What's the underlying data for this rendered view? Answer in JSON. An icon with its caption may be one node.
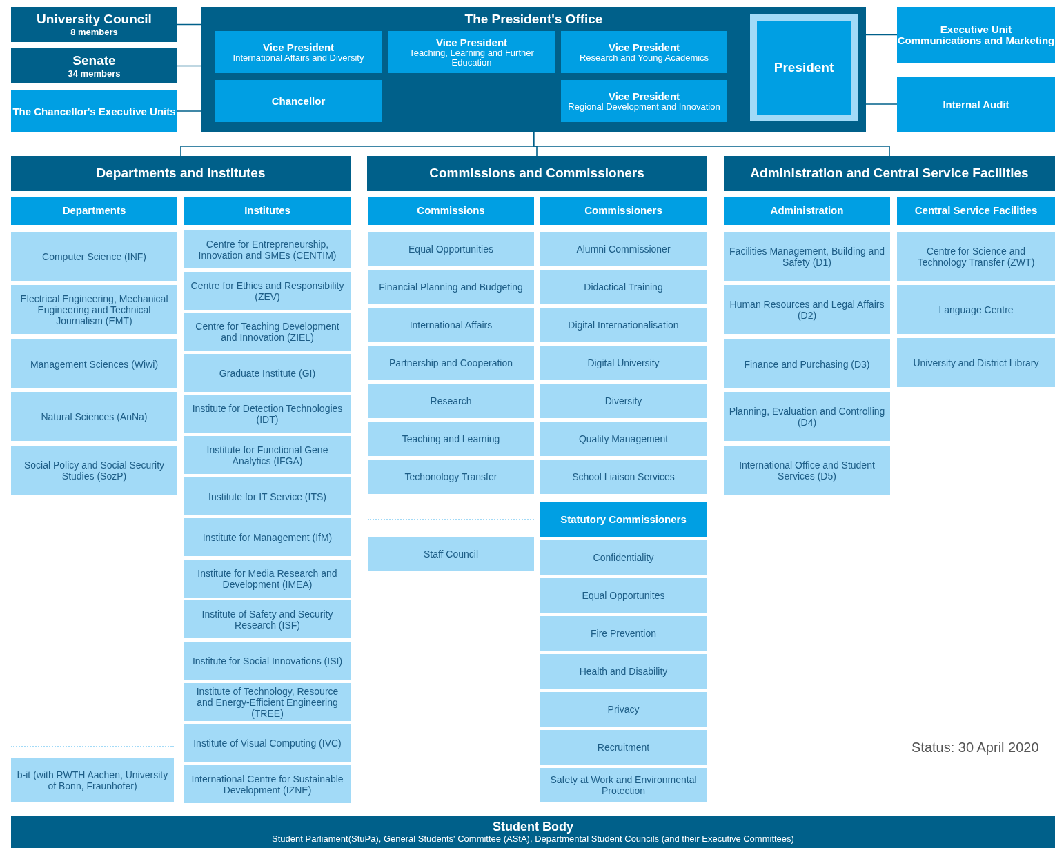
{
  "diagram": {
    "nodes": [
      {
        "text": [
          "University Council",
          "8 members"
        ]
      },
      {
        "text": [
          "Senate",
          "34 members"
        ]
      },
      {
        "text": [
          "The Chancellor's Executive Units"
        ]
      },
      {
        "text": [
          "The President's Office"
        ]
      },
      {
        "text": [
          "Vice President",
          "International Affairs and Diversity"
        ],
        "in": 3
      },
      {
        "text": [
          "Vice President",
          "Teaching, Learning and Further Education"
        ],
        "in": 3
      },
      {
        "text": [
          "Vice President",
          "Research and Young Academics"
        ],
        "in": 3
      },
      {
        "text": [
          "Chancellor"
        ],
        "in": 3
      },
      {
        "text": [
          "Vice President",
          "Regional Development and Innovation"
        ],
        "in": 3
      },
      {
        "text": [
          "President"
        ],
        "in": 3
      },
      {
        "text": [
          "Executive Unit Communications and Marketing"
        ]
      },
      {
        "text": [
          "Internal Audit"
        ]
      },
      {
        "text": [
          "Departments and Institutes"
        ]
      },
      {
        "text": [
          "Commissions and Commissioners"
        ]
      },
      {
        "text": [
          "Administration and Central Service Facilities"
        ]
      },
      {
        "text": [
          "Departments"
        ]
      },
      {
        "text": [
          "Institutes"
        ]
      },
      {
        "text": [
          "Commissions"
        ]
      },
      {
        "text": [
          "Commissioners"
        ]
      },
      {
        "text": [
          "Administration"
        ]
      },
      {
        "text": [
          "Central Service Facilities"
        ]
      },
      {
        "text": [
          "Computer Science (INF)"
        ]
      },
      {
        "text": [
          "Electrical Engineering, Mechanical Engineering and Technical Journalism (EMT)"
        ]
      },
      {
        "text": [
          "Management Sciences (Wiwi)"
        ]
      },
      {
        "text": [
          "Natural Sciences (AnNa)"
        ]
      },
      {
        "text": [
          "Social Policy and Social Security Studies (SozP)"
        ]
      },
      {
        "text": [
          "b-it (with RWTH Aachen, University of Bonn, Fraunhofer)"
        ]
      },
      {
        "text": [
          "Centre for Entrepreneurship, Innovation and SMEs (CENTIM)"
        ]
      },
      {
        "text": [
          "Centre for Ethics and Responsibility (ZEV)"
        ]
      },
      {
        "text": [
          "Centre for Teaching Development and Innovation (ZIEL)"
        ]
      },
      {
        "text": [
          "Graduate Institute (GI)"
        ]
      },
      {
        "text": [
          "Institute for Detection Technologies (IDT)"
        ]
      },
      {
        "text": [
          "Institute for Functional Gene Analytics (IFGA)"
        ]
      },
      {
        "text": [
          "Institute for IT Service (ITS)"
        ]
      },
      {
        "text": [
          "Institute for Management (IfM)"
        ]
      },
      {
        "text": [
          "Institute for Media Research and Development (IMEA)"
        ]
      },
      {
        "text": [
          "Institute of Safety and Security Research (ISF)"
        ]
      },
      {
        "text": [
          "Institute for Social Innovations (ISI)"
        ]
      },
      {
        "text": [
          "Institute of Technology, Resource and Energy-Efficient Engineering (TREE)"
        ]
      },
      {
        "text": [
          "Institute of Visual Computing (IVC)"
        ]
      },
      {
        "text": [
          "International Centre for Sustainable Development (IZNE)"
        ]
      },
      {
        "text": [
          "Equal Opportunities"
        ]
      },
      {
        "text": [
          "Financial Planning and Budgeting"
        ]
      },
      {
        "text": [
          "International Affairs"
        ]
      },
      {
        "text": [
          "Partnership and Cooperation"
        ]
      },
      {
        "text": [
          "Research"
        ]
      },
      {
        "text": [
          "Teaching and Learning"
        ]
      },
      {
        "text": [
          "Techonology Transfer"
        ]
      },
      {
        "text": [
          "Staff Council"
        ]
      },
      {
        "text": [
          "Alumni Commissioner"
        ]
      },
      {
        "text": [
          "Didactical Training"
        ]
      },
      {
        "text": [
          "Digital Internationalisation"
        ]
      },
      {
        "text": [
          "Digital University"
        ]
      },
      {
        "text": [
          "Diversity"
        ]
      },
      {
        "text": [
          "Quality Management"
        ]
      },
      {
        "text": [
          "School Liaison Services"
        ]
      },
      {
        "text": [
          "Statutory Commissioners"
        ]
      },
      {
        "text": [
          "Confidentiality"
        ]
      },
      {
        "text": [
          "Equal Opportunites"
        ]
      },
      {
        "text": [
          "Fire Prevention"
        ]
      },
      {
        "text": [
          "Health and Disability"
        ]
      },
      {
        "text": [
          "Privacy"
        ]
      },
      {
        "text": [
          "Recruitment"
        ]
      },
      {
        "text": [
          "Safety at Work and Environmental Protection"
        ]
      },
      {
        "text": [
          "Facilities Management, Building and Safety (D1)"
        ]
      },
      {
        "text": [
          "Human Resources and Legal Affairs (D2)"
        ]
      },
      {
        "text": [
          "Finance and Purchasing (D3)"
        ]
      },
      {
        "text": [
          "Planning, Evaluation and Controlling (D4)"
        ]
      },
      {
        "text": [
          "International Office and Student Services (D5)"
        ]
      },
      {
        "text": [
          "Centre for Science and Technology Transfer (ZWT)"
        ]
      },
      {
        "text": [
          "Language Centre"
        ]
      },
      {
        "text": [
          "University and District Library"
        ]
      },
      {
        "text": [
          "Student Body",
          "Student Parliament(StuPa), General Students' Committee (AStA), Departmental Student Councils (and their Executive Committees)"
        ]
      }
    ],
    "edges": [
      {
        "from": 0,
        "to": 3,
        "arrow": "none"
      },
      {
        "from": 1,
        "to": 3,
        "arrow": "none"
      },
      {
        "from": 2,
        "to": 3,
        "arrow": "none"
      },
      {
        "from": 3,
        "to": 10,
        "arrow": "none"
      },
      {
        "from": 3,
        "to": 11,
        "arrow": "none"
      },
      {
        "from": 3,
        "to": 12,
        "arrow": "none"
      },
      {
        "from": 3,
        "to": 13,
        "arrow": "none"
      },
      {
        "from": 3,
        "to": 14,
        "arrow": "none"
      }
    ],
    "labels": [
      "Status: 30 April 2020"
    ]
  }
}
